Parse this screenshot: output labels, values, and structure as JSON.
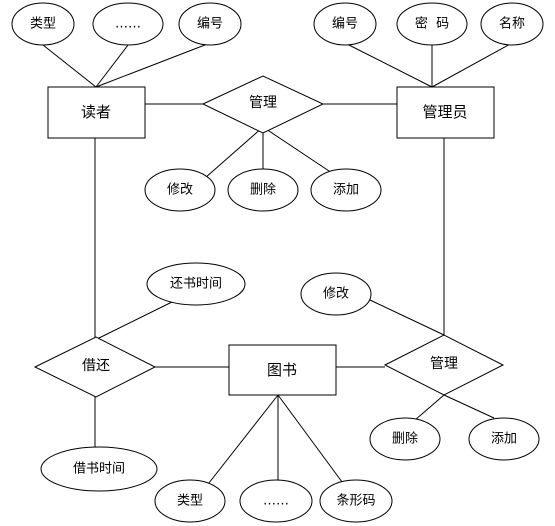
{
  "diagram": {
    "entities": {
      "reader": "读者",
      "admin": "管理员",
      "book": "图书"
    },
    "relationships": {
      "manage_top": "管理",
      "borrow_return": "借还",
      "manage_book": "管理"
    },
    "attributes": {
      "reader_type": "类型",
      "reader_more": "……",
      "reader_id": "编号",
      "admin_id": "编号",
      "admin_password": "密  码",
      "admin_name": "名称",
      "manage_top_modify": "修改",
      "manage_top_delete": "删除",
      "manage_top_add": "添加",
      "return_time": "还书时间",
      "borrow_time": "借书时间",
      "manage_book_modify": "修改",
      "manage_book_delete": "删除",
      "manage_book_add": "添加",
      "book_type": "类型",
      "book_more": "……",
      "book_barcode": "条形码"
    }
  }
}
